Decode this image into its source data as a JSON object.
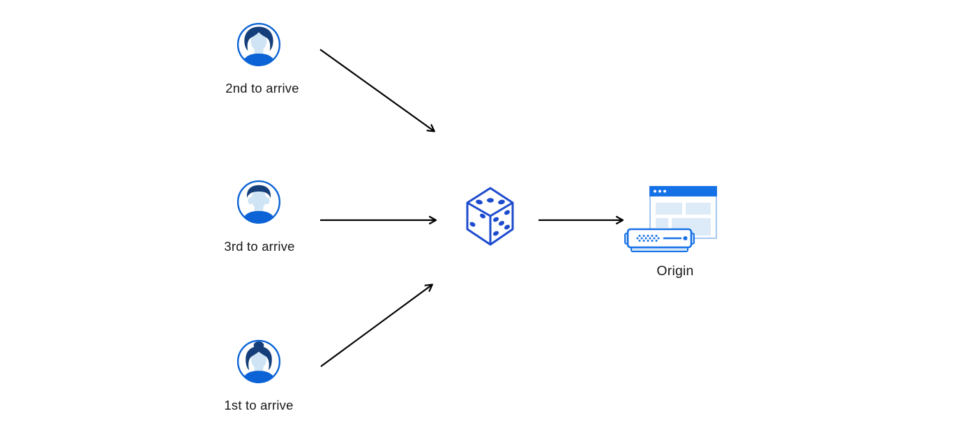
{
  "diagram": {
    "nodes": {
      "visitor_top": {
        "label": "2nd to arrive",
        "icon": "male-avatar-icon"
      },
      "visitor_middle": {
        "label": "3rd to arrive",
        "icon": "male-short-hair-avatar-icon"
      },
      "visitor_bottom": {
        "label": "1st to arrive",
        "icon": "female-avatar-icon"
      },
      "randomizer": {
        "icon": "dice-icon"
      },
      "origin": {
        "label": "Origin",
        "icon": "origin-server-icon"
      }
    },
    "edges": [
      {
        "from": "visitor_top",
        "to": "randomizer"
      },
      {
        "from": "visitor_middle",
        "to": "randomizer"
      },
      {
        "from": "visitor_bottom",
        "to": "randomizer"
      },
      {
        "from": "randomizer",
        "to": "origin"
      }
    ],
    "colors": {
      "accent_blue": "#0b63d6",
      "hair_navy": "#153f7a",
      "skin_light_blue": "#cfe4f4",
      "dice_blue": "#1d4bce",
      "window_blue": "#1571e6",
      "window_border": "#a5c6f0",
      "panel_fill": "#ddebf8",
      "server_base_fill": "#cfe3f8",
      "arrow_black": "#000000",
      "text_color": "#17181a"
    }
  }
}
